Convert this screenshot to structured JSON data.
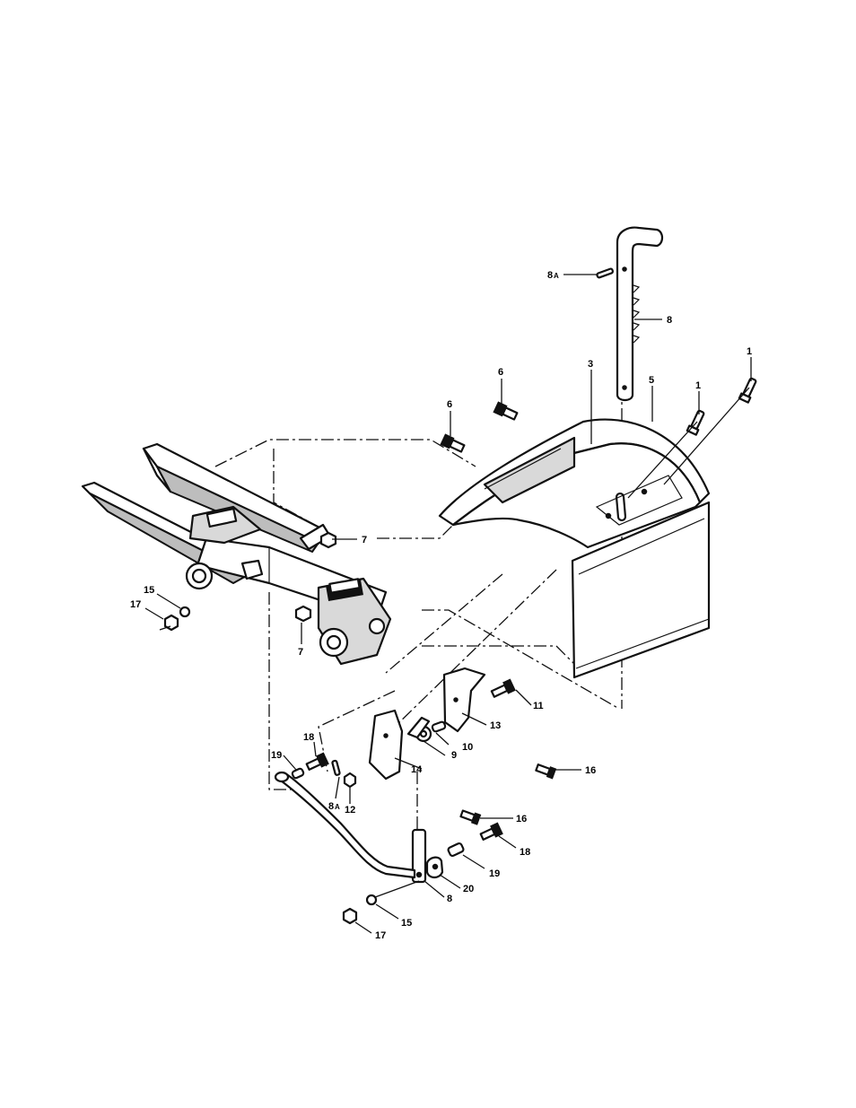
{
  "callouts": {
    "c1a": "1",
    "c1b": "1",
    "c3": "3",
    "c5": "5",
    "c6a": "6",
    "c6b": "6",
    "c7a": "7",
    "c7b": "7",
    "c8top": "8",
    "c8bot": "8",
    "c8a_top_num": "8",
    "c8a_top_sup": "A",
    "c8a_mid_num": "8",
    "c8a_mid_sup": "A",
    "c9": "9",
    "c10": "10",
    "c11": "11",
    "c12": "12",
    "c13": "13",
    "c14": "14",
    "c15a": "15",
    "c15b": "15",
    "c16a": "16",
    "c16b": "16",
    "c17a": "17",
    "c17b": "17",
    "c18a": "18",
    "c18b": "18",
    "c19a": "19",
    "c19b": "19",
    "c20": "20"
  }
}
